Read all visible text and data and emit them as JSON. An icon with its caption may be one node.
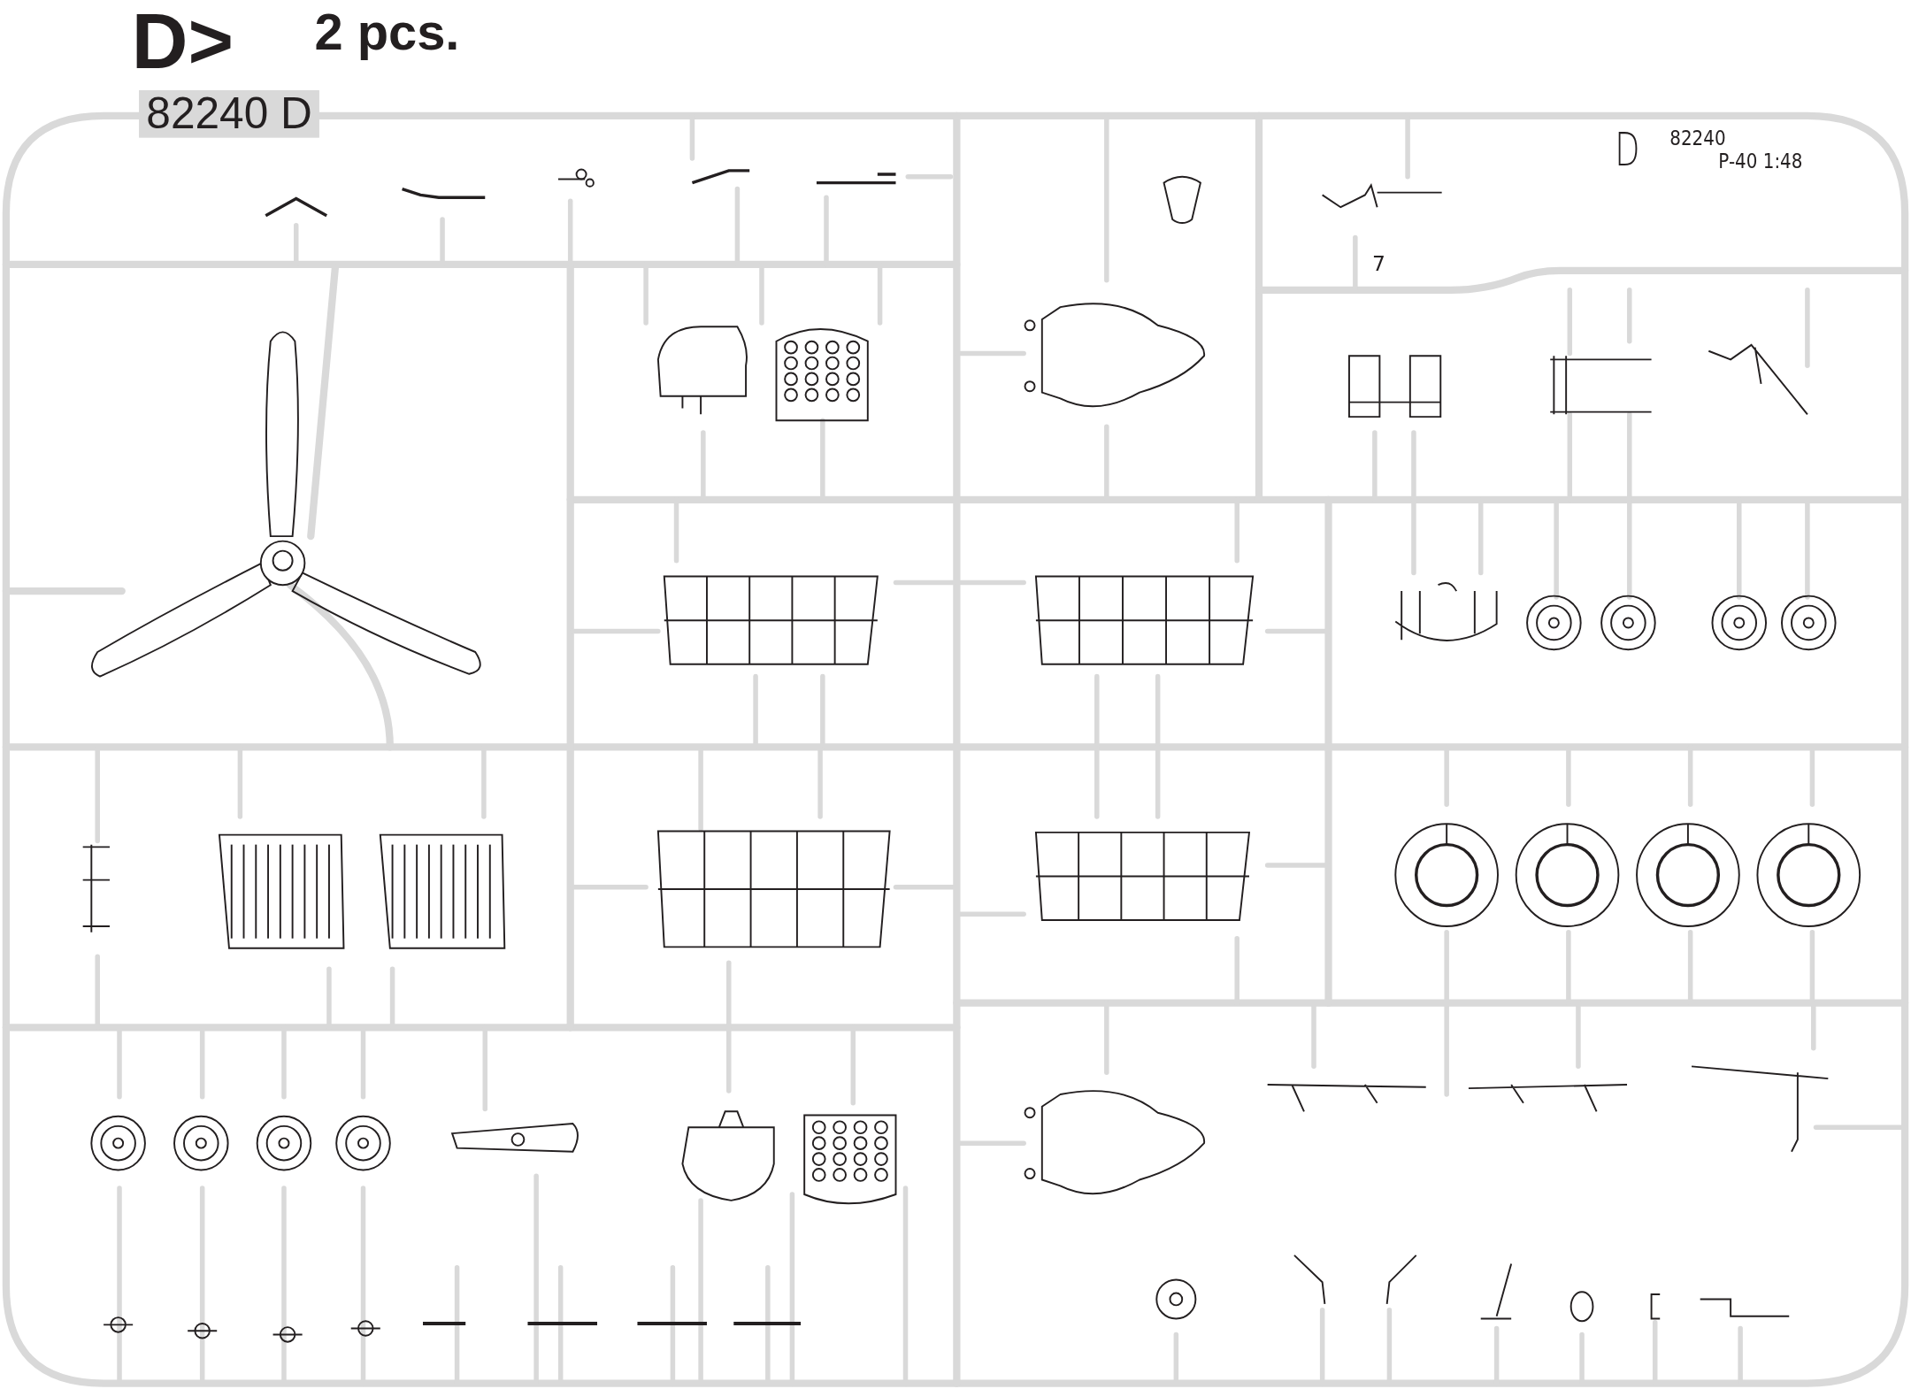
{
  "diagram": {
    "labels": [
      "D>",
      "2 pcs.",
      "82240 D",
      "D",
      "82240",
      "P-40 1:48",
      "7"
    ]
  }
}
